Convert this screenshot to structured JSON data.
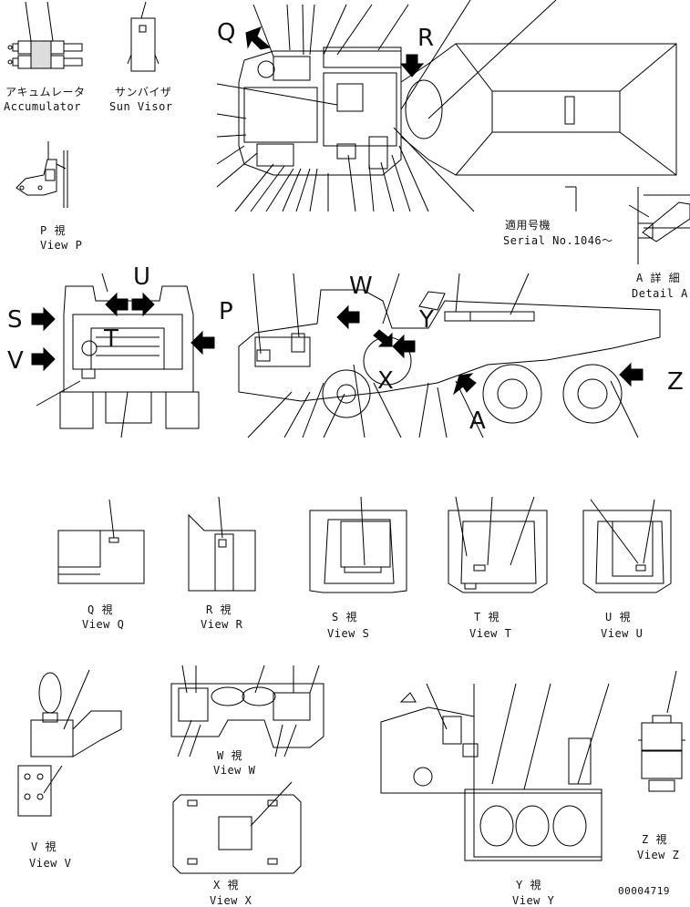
{
  "top_left": {
    "accumulator_jp": "アキュムレータ",
    "accumulator_en": "Accumulator",
    "sun_visor_jp": "サンバイザ",
    "sun_visor_en": "Sun Visor",
    "view_p_jp": "P  視",
    "view_p_en": "View P"
  },
  "top_view": {
    "letter_q": "Q",
    "letter_r": "R"
  },
  "serial": {
    "jp": "適用号機",
    "en": "Serial No.1046～"
  },
  "detail_a": {
    "jp": "A 詳 細",
    "en": "Detail A"
  },
  "side_view": {
    "letter_u": "U",
    "letter_s": "S",
    "letter_t": "T",
    "letter_v": "V",
    "letter_p": "P",
    "letter_w": "W",
    "letter_y": "Y",
    "letter_x": "X",
    "letter_a": "A",
    "letter_z": "Z"
  },
  "row3": {
    "view_q_jp": "Q  視",
    "view_q_en": "View Q",
    "view_r_jp": "R  視",
    "view_r_en": "View R",
    "view_s_jp": "S  視",
    "view_s_en": "View S",
    "view_t_jp": "T  視",
    "view_t_en": "View T",
    "view_u_jp": "U  視",
    "view_u_en": "View U"
  },
  "row4": {
    "view_v_jp": "V  視",
    "view_v_en": "View V",
    "view_w_jp": "W  視",
    "view_w_en": "View W",
    "view_x_jp": "X  視",
    "view_x_en": "View X",
    "view_y_jp": "Y  視",
    "view_y_en": "View Y",
    "view_z_jp": "Z  視",
    "view_z_en": "View Z"
  },
  "drawing_number": "00004719"
}
